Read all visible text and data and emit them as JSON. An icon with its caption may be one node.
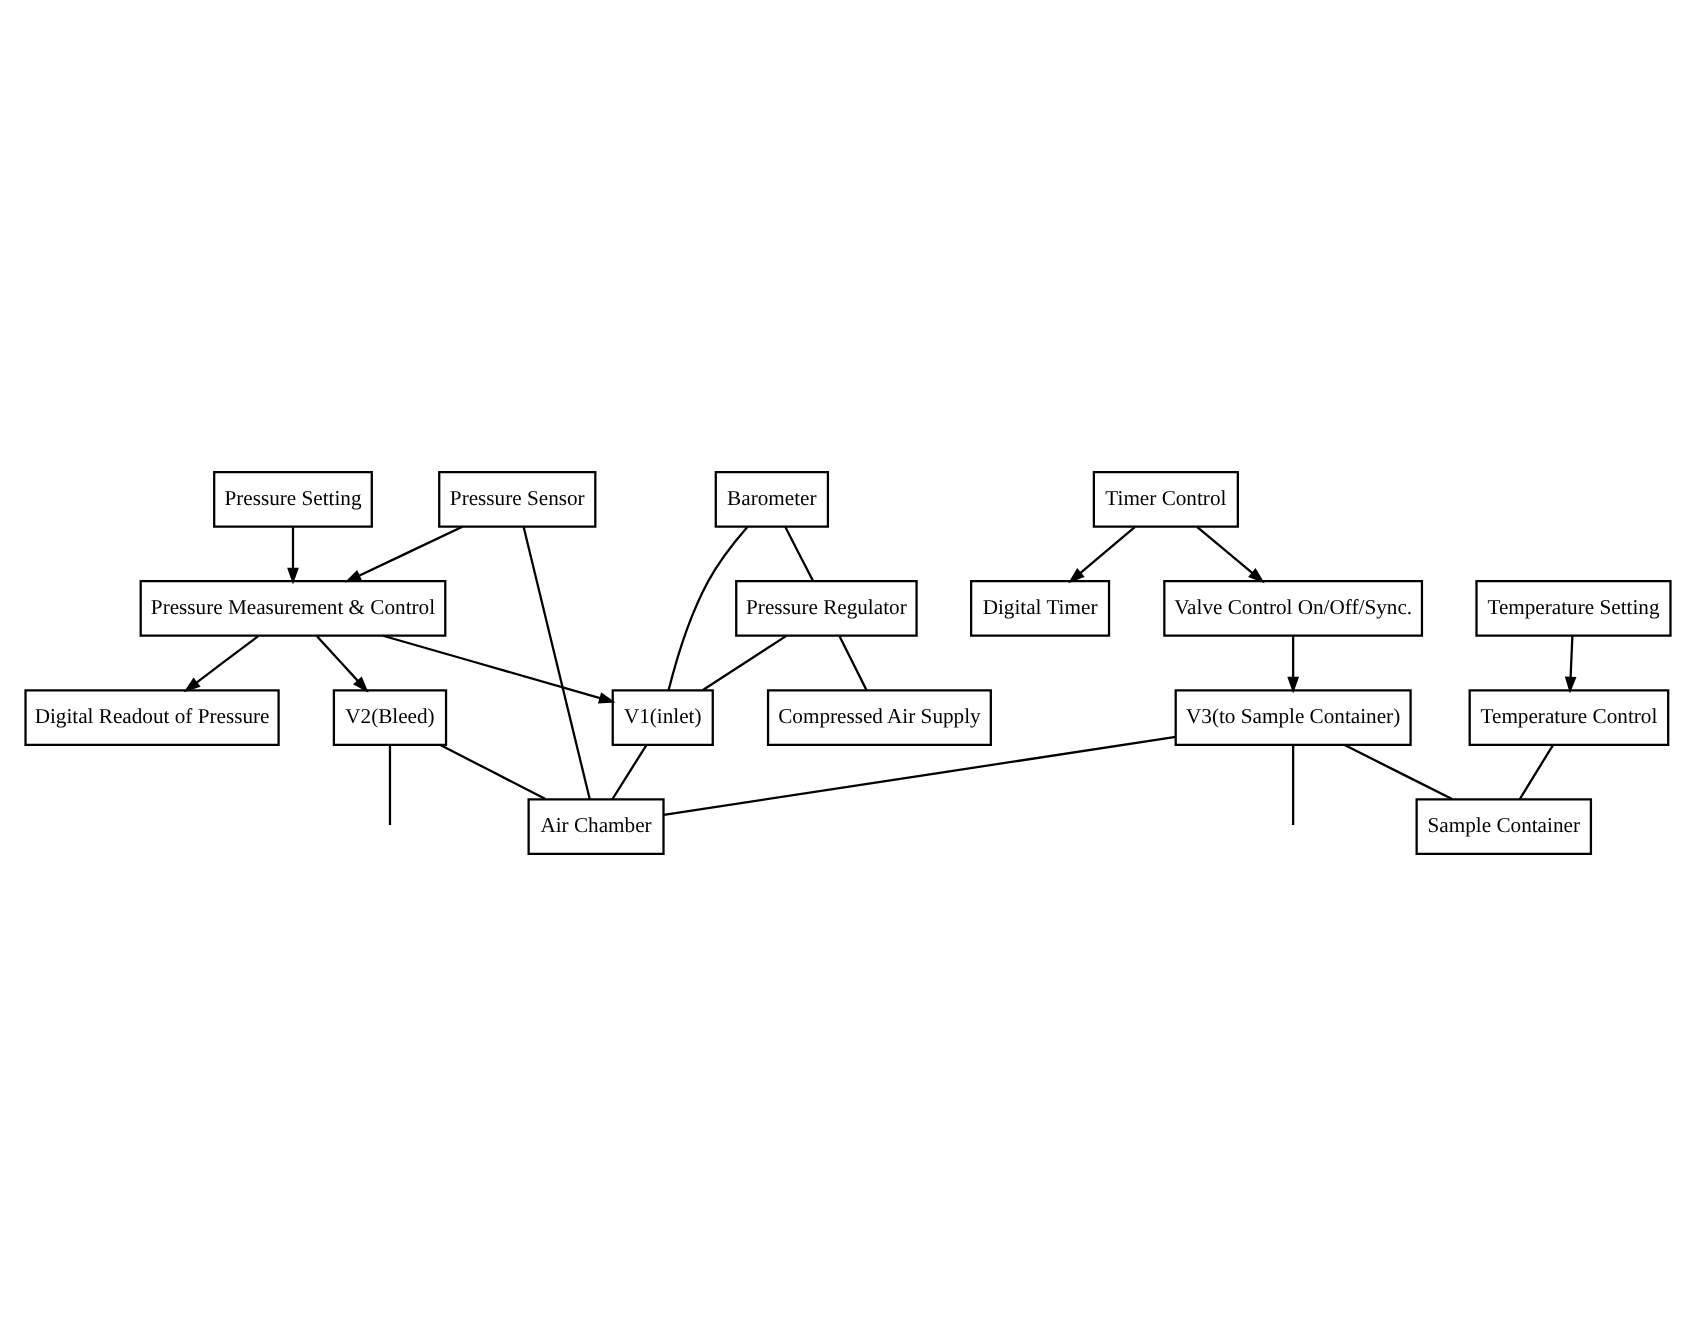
{
  "diagram": {
    "nodes": [
      {
        "text": [
          "Digital Readout of Pressure"
        ]
      },
      {
        "text": [
          "Digital Timer"
        ]
      },
      {
        "text": [
          "Pressure Setting"
        ]
      },
      {
        "text": [
          "Pressure Measurement & Control"
        ]
      },
      {
        "text": [
          "Timer Control"
        ]
      },
      {
        "text": [
          "Valve Control On/Off/Sync."
        ]
      },
      {
        "text": [
          "Pressure Sensor"
        ]
      },
      {
        "text": [
          "Barometer"
        ]
      },
      {
        "text": [
          "V1(inlet)"
        ]
      },
      {
        "text": [
          "Temperature Setting"
        ]
      },
      {
        "text": [
          "V3(to Sample Container)"
        ]
      },
      {
        "text": [
          "Pressure Regulator"
        ]
      },
      {
        "text": [
          "V2(Bleed)"
        ]
      },
      {
        "text": [
          "Temperature Control"
        ]
      },
      {
        "text": [
          "Sample Container"
        ]
      },
      {
        "text": [
          "Compressed Air Supply"
        ]
      },
      {
        "text": [
          "Air Chamber"
        ]
      }
    ],
    "edges": [
      {
        "from": 2,
        "to": 3,
        "arrow": "to"
      },
      {
        "from": 3,
        "to": 0,
        "arrow": "to"
      },
      {
        "from": 4,
        "to": 1,
        "arrow": "to"
      },
      {
        "from": 4,
        "to": 5,
        "arrow": "to"
      },
      {
        "from": 6,
        "to": 3,
        "arrow": "to"
      },
      {
        "from": 3,
        "to": 8,
        "arrow": "to"
      },
      {
        "from": 3,
        "to": 12,
        "arrow": "to"
      },
      {
        "from": 7,
        "to": 11,
        "arrow": "none"
      },
      {
        "from": 7,
        "to": 8,
        "arrow": "none"
      },
      {
        "from": 11,
        "to": 8,
        "arrow": "none"
      },
      {
        "from": 11,
        "to": 15,
        "arrow": "none"
      },
      {
        "from": 6,
        "to": 16,
        "arrow": "none"
      },
      {
        "from": 8,
        "to": 16,
        "arrow": "none"
      },
      {
        "from": 12,
        "to": 16,
        "arrow": "none"
      },
      {
        "from": 12,
        "to": null,
        "arrow": "none"
      },
      {
        "from": 5,
        "to": 10,
        "arrow": "to"
      },
      {
        "from": 10,
        "to": 16,
        "arrow": "none"
      },
      {
        "from": 10,
        "to": null,
        "arrow": "none"
      },
      {
        "from": 10,
        "to": 14,
        "arrow": "none"
      },
      {
        "from": 9,
        "to": 13,
        "arrow": "to"
      },
      {
        "from": 13,
        "to": 14,
        "arrow": "none"
      }
    ]
  }
}
